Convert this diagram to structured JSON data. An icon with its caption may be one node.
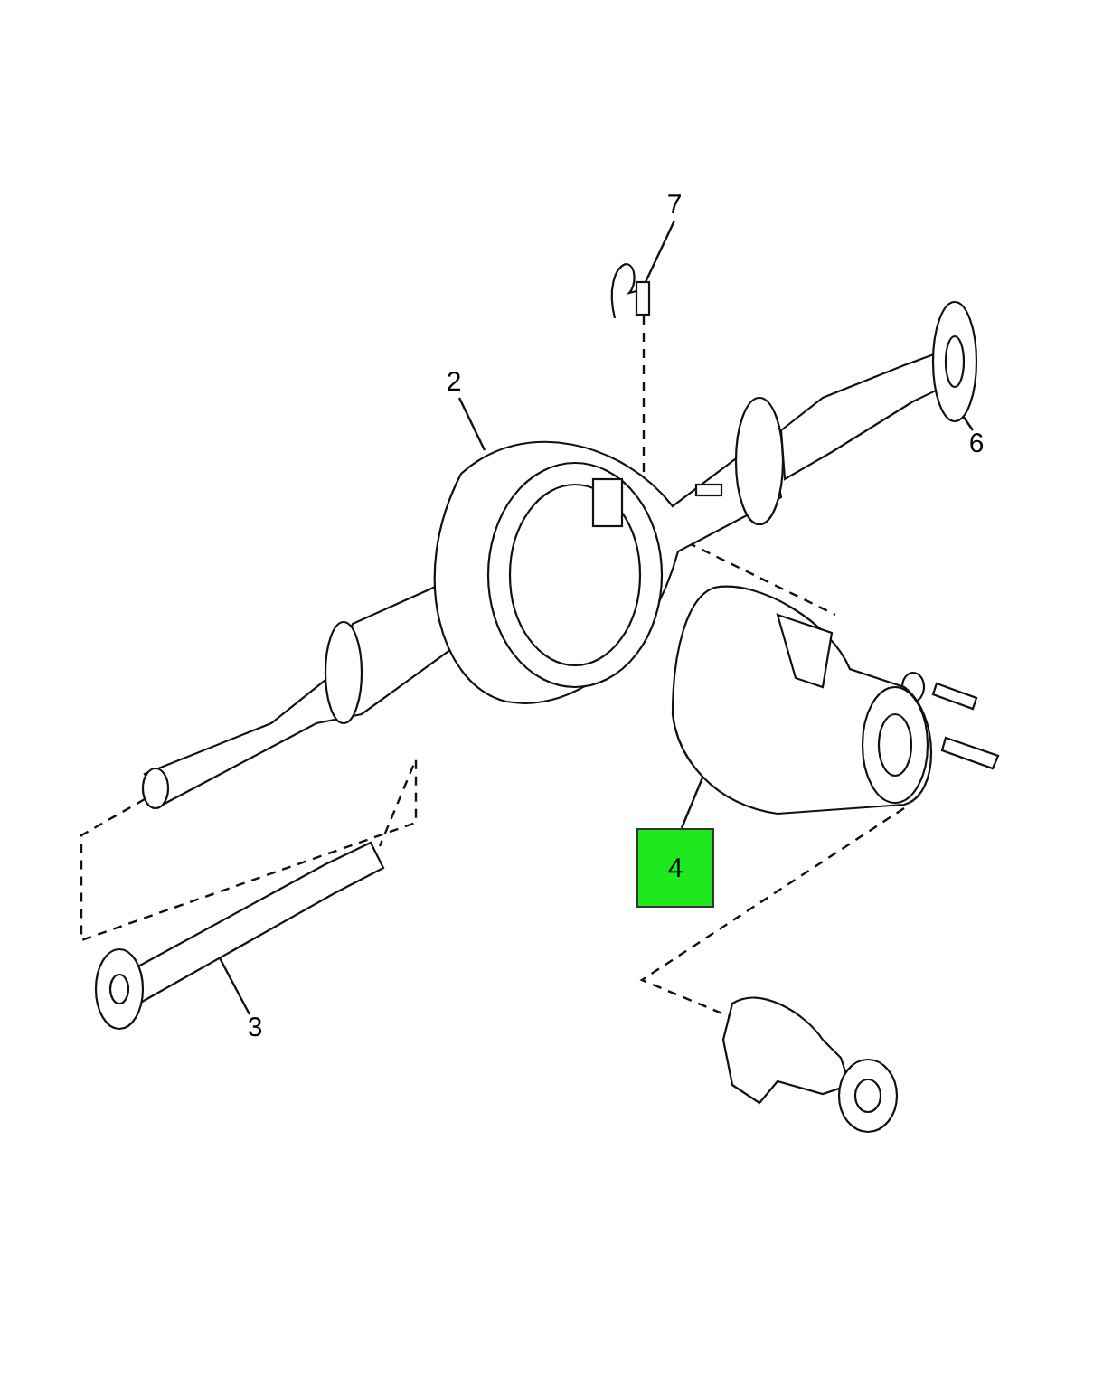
{
  "diagram": {
    "nodes": [
      {
        "text": [
          "7"
        ]
      },
      {
        "text": [],
        "shape": "picture"
      },
      {
        "text": [
          "2"
        ]
      },
      {
        "text": [],
        "shape": "picture"
      },
      {
        "text": [
          "6"
        ]
      },
      {
        "text": [],
        "shape": "picture"
      },
      {
        "text": [
          "4"
        ]
      },
      {
        "text": [],
        "shape": "picture"
      },
      {
        "text": [
          "3"
        ]
      },
      {
        "text": [],
        "shape": "picture"
      },
      {
        "text": [],
        "shape": "picture"
      }
    ],
    "edges": [
      {
        "from": 0,
        "to": 1,
        "arrow": "none"
      },
      {
        "from": 2,
        "to": 3,
        "arrow": "none"
      },
      {
        "from": 4,
        "to": 5,
        "arrow": "none"
      },
      {
        "from": 6,
        "to": 7,
        "arrow": "none"
      },
      {
        "from": 8,
        "to": 9,
        "arrow": "none"
      },
      {
        "from": 1,
        "to": 3,
        "arrow": "none",
        "style": "dashed"
      },
      {
        "from": 3,
        "to": 7,
        "arrow": "none",
        "style": "dashed"
      },
      {
        "from": 3,
        "to": 9,
        "arrow": "none",
        "style": "dashed"
      },
      {
        "from": 7,
        "to": 10,
        "arrow": "none",
        "style": "dashed"
      }
    ]
  }
}
